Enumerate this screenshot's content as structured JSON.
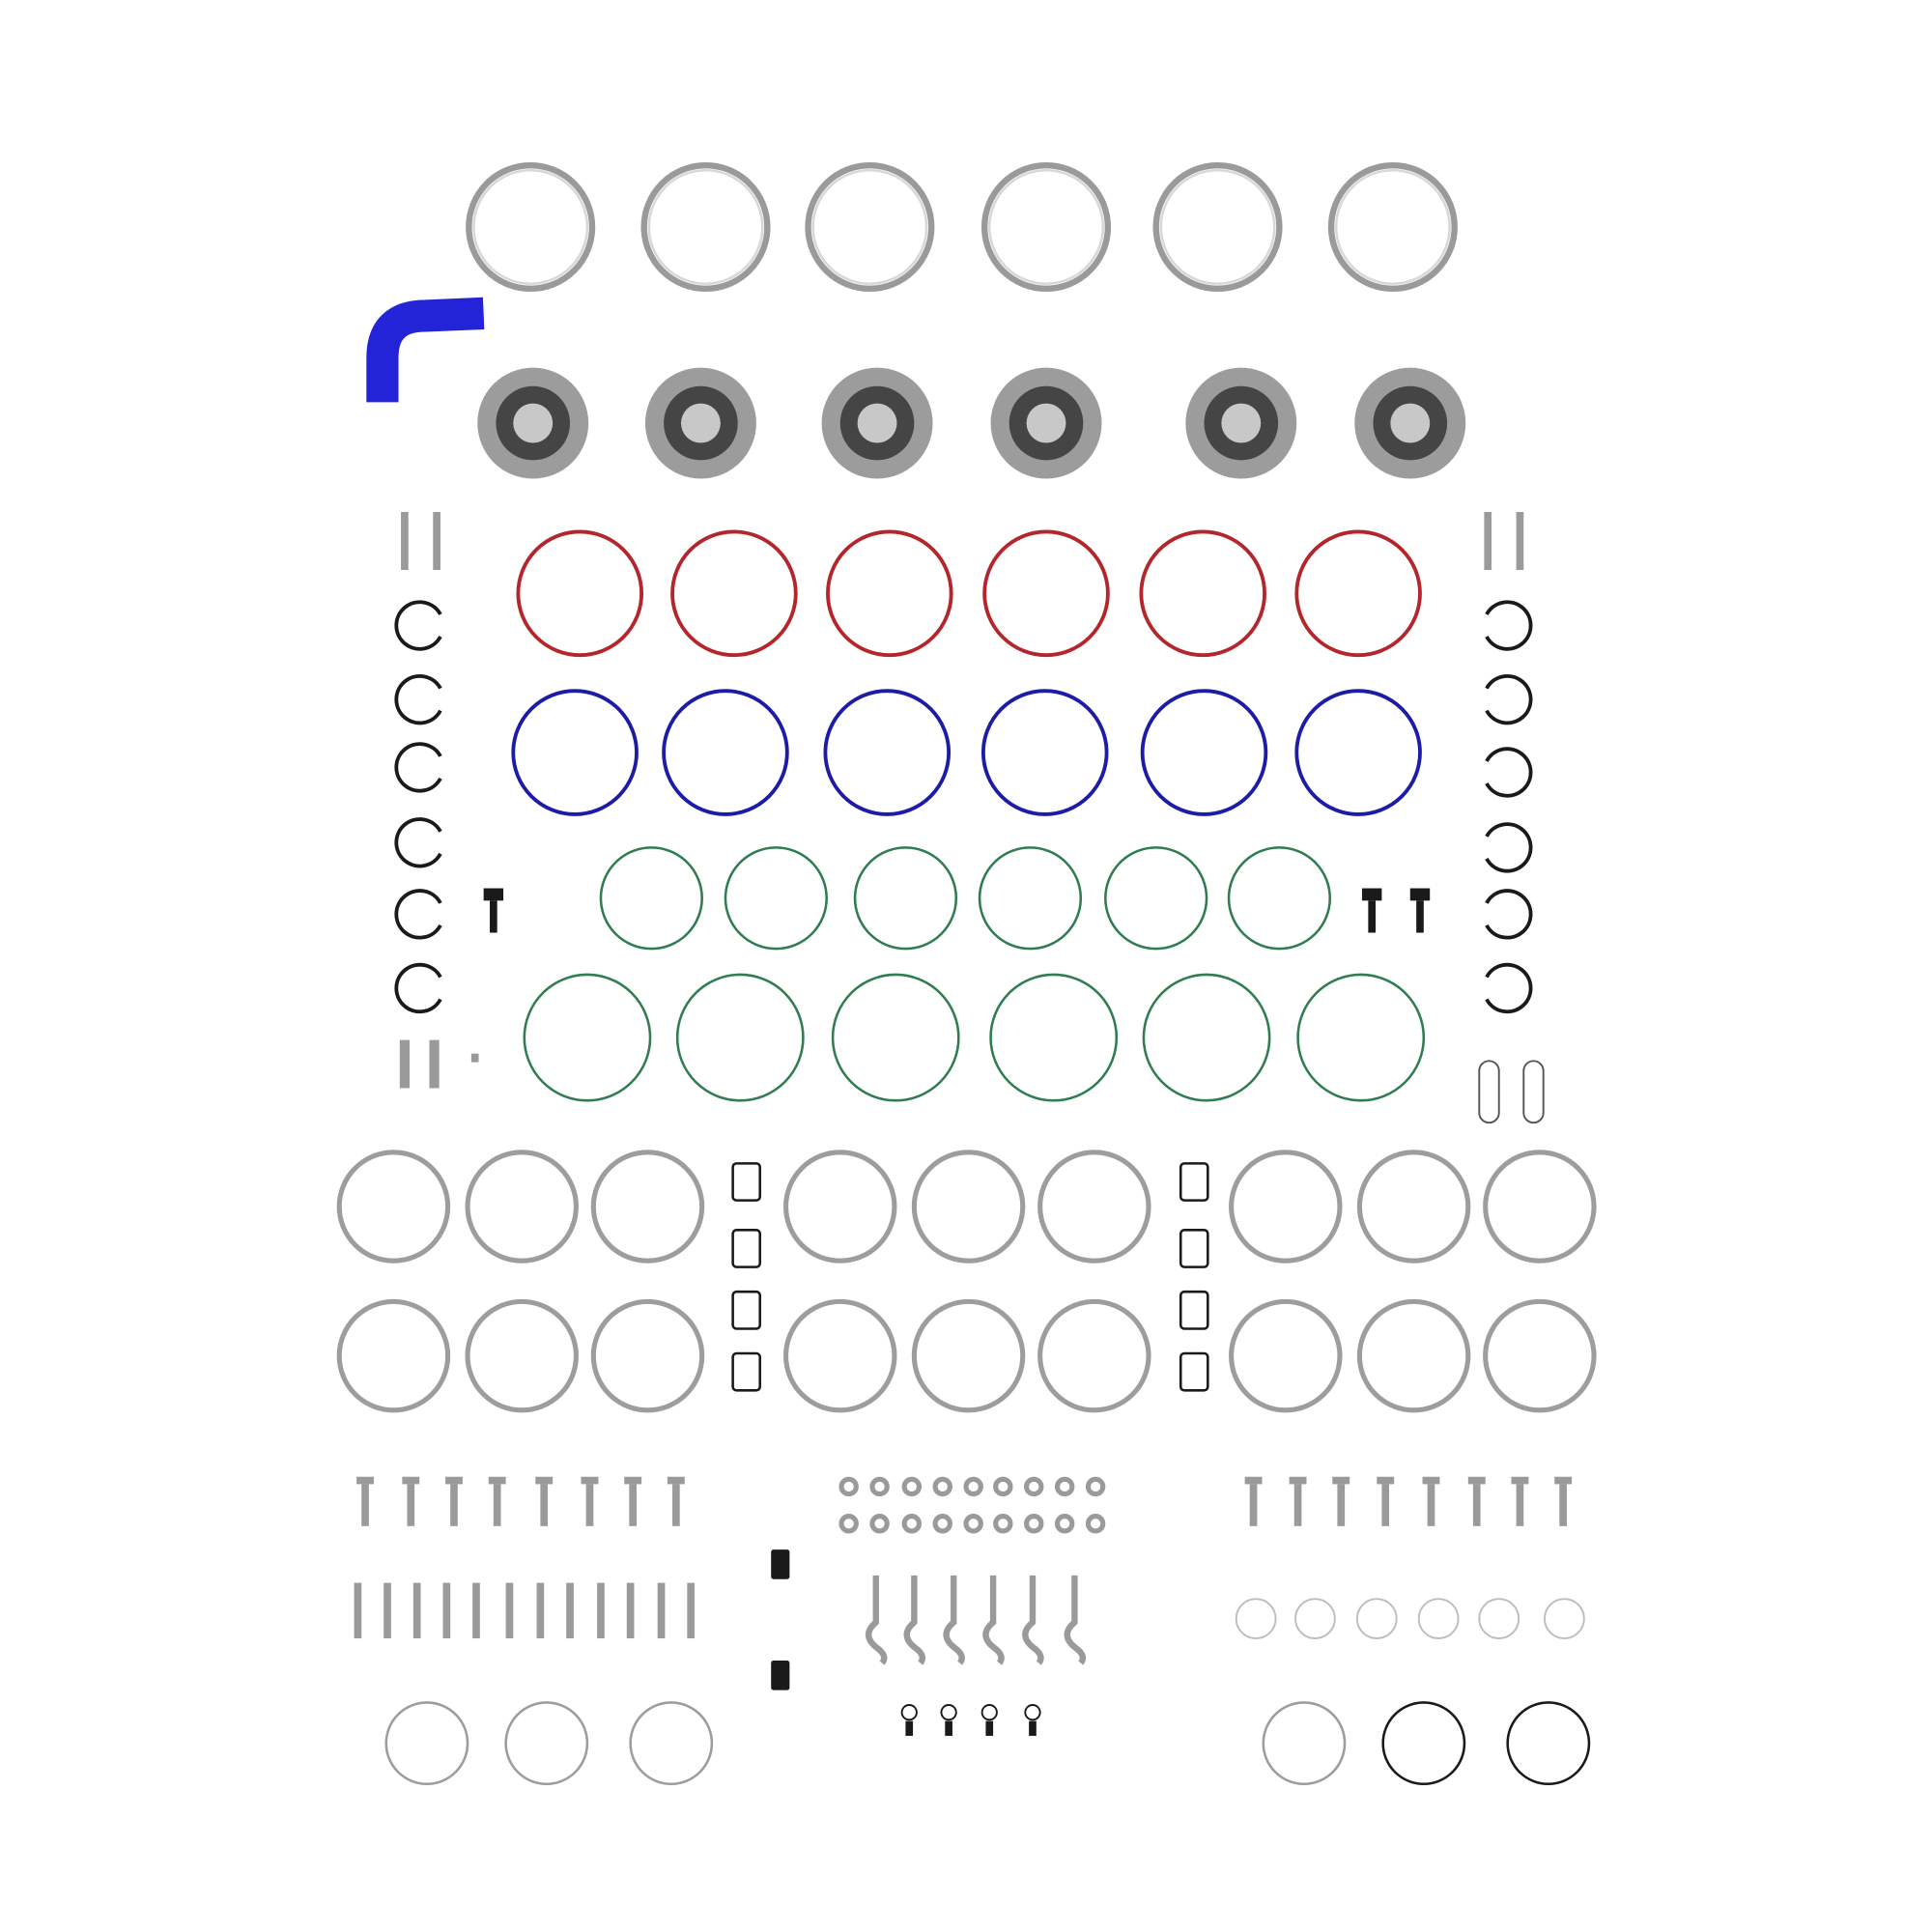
{
  "colors": {
    "background": "#ffffff",
    "metal_ring": "#9a9a9a",
    "hose": "#2323d8",
    "seal_outer": "#9c9c9c",
    "seal_inner": "#454545",
    "seal_center": "#c8c8c8",
    "red_oring": "#b3262b",
    "blue_oring": "#1c1ca6",
    "green_oring": "#2f7d50",
    "grey_ring": "#9d9d9d",
    "black": "#1a1a1a",
    "hardware": "#9a9a9a",
    "thin_ring": "#bdbdbd"
  },
  "icons": [
    "ring",
    "hose-elbow",
    "seal",
    "stud",
    "snap-ring",
    "o-ring",
    "clip",
    "bolt",
    "washer",
    "pin",
    "wire-hook"
  ]
}
